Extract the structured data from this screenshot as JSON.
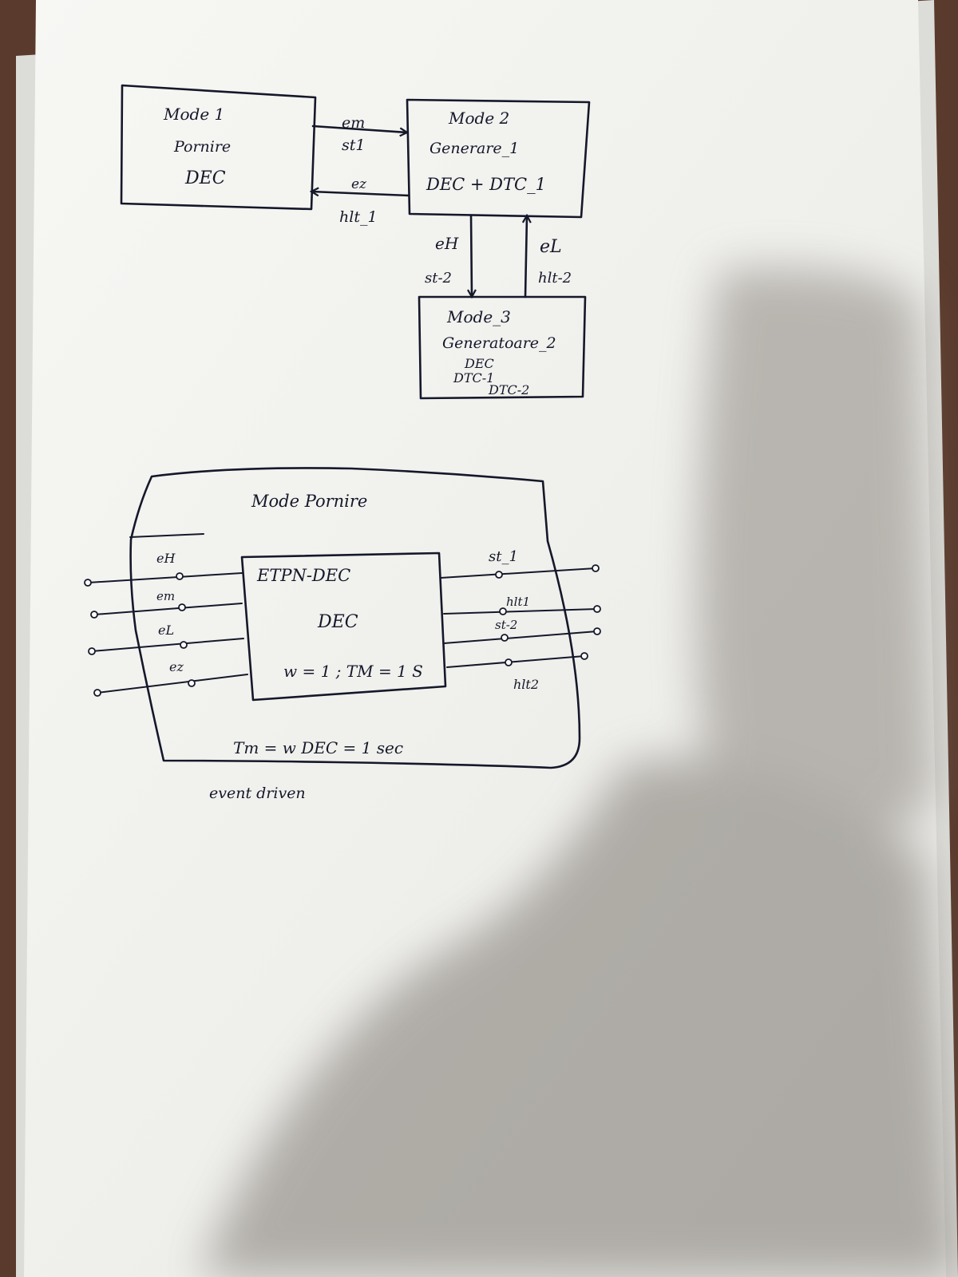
{
  "diagram": {
    "node1": {
      "title": "Mode 1",
      "subtitle": "Pornire",
      "body": "DEC"
    },
    "node2": {
      "title": "Mode 2",
      "subtitle": "Generare_1",
      "body": "DEC + DTC_1"
    },
    "node3": {
      "title": "Mode_3",
      "subtitle": "Generatoare_2",
      "line1": "DEC",
      "line2": "DTC-1",
      "line3": "DTC-2"
    },
    "edge_1_2": {
      "label_a": "em",
      "label_b": "st1"
    },
    "edge_2_1": {
      "label_a": "ez",
      "label_b": "hlt_1"
    },
    "edge_2_3": {
      "label_a": "eH",
      "label_b": "st-2"
    },
    "edge_3_2": {
      "label_a": "eL",
      "label_b": "hlt-2"
    },
    "mode_block": {
      "title": "Mode Pornire",
      "inputs": [
        "eH",
        "em",
        "eL",
        "ez"
      ],
      "outputs": [
        "st_1",
        "hlt1",
        "st-2",
        "hlt2"
      ],
      "inner_title": "ETPN-DEC",
      "inner_body": "DEC",
      "inner_params": "w = 1 ; TM = 1 S",
      "footer": "Tm = w DEC = 1 sec",
      "note": "event driven"
    }
  }
}
